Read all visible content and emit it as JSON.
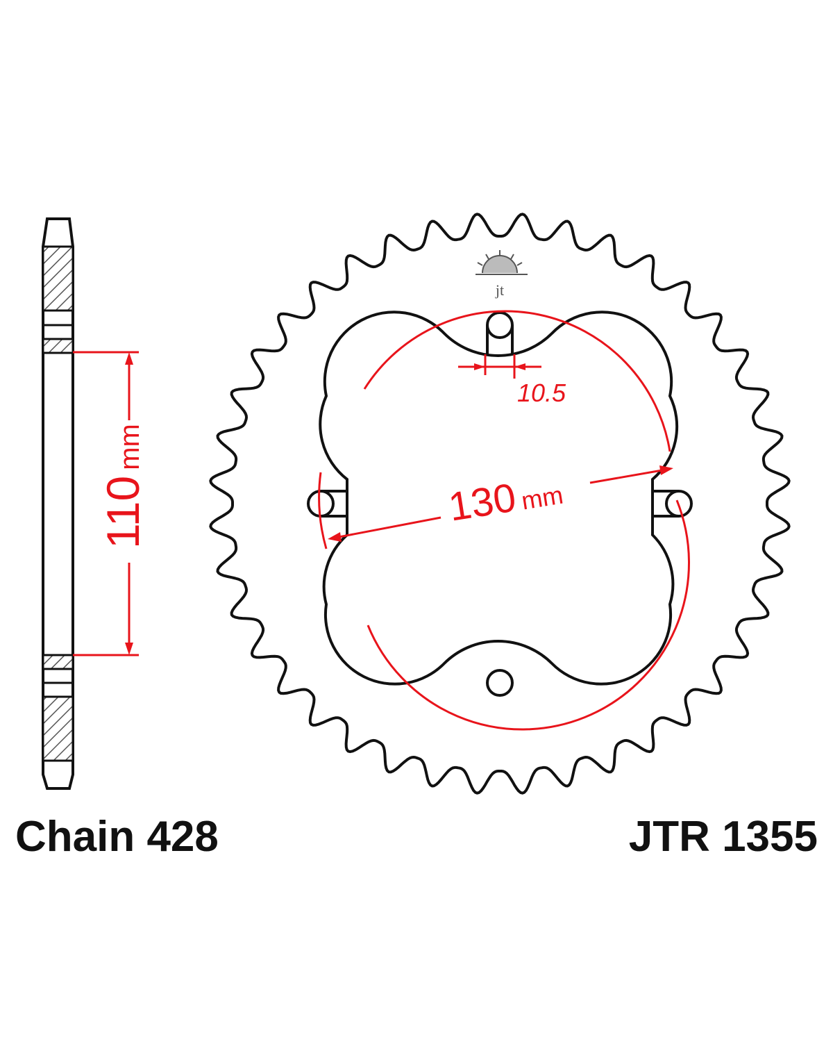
{
  "labels": {
    "chain": "Chain 428",
    "part_number": "JTR 1355"
  },
  "dimensions": {
    "side_height": {
      "value": "110",
      "unit": "mm"
    },
    "pcd": {
      "value": "130",
      "unit": "mm"
    },
    "bolt_hole": {
      "value": "10.5"
    }
  },
  "logo": {
    "text": "jt"
  },
  "colors": {
    "outline": "#111111",
    "dimension": "#e8141b",
    "hatch": "#555555",
    "background": "#ffffff"
  },
  "sprocket": {
    "teeth": 40
  }
}
